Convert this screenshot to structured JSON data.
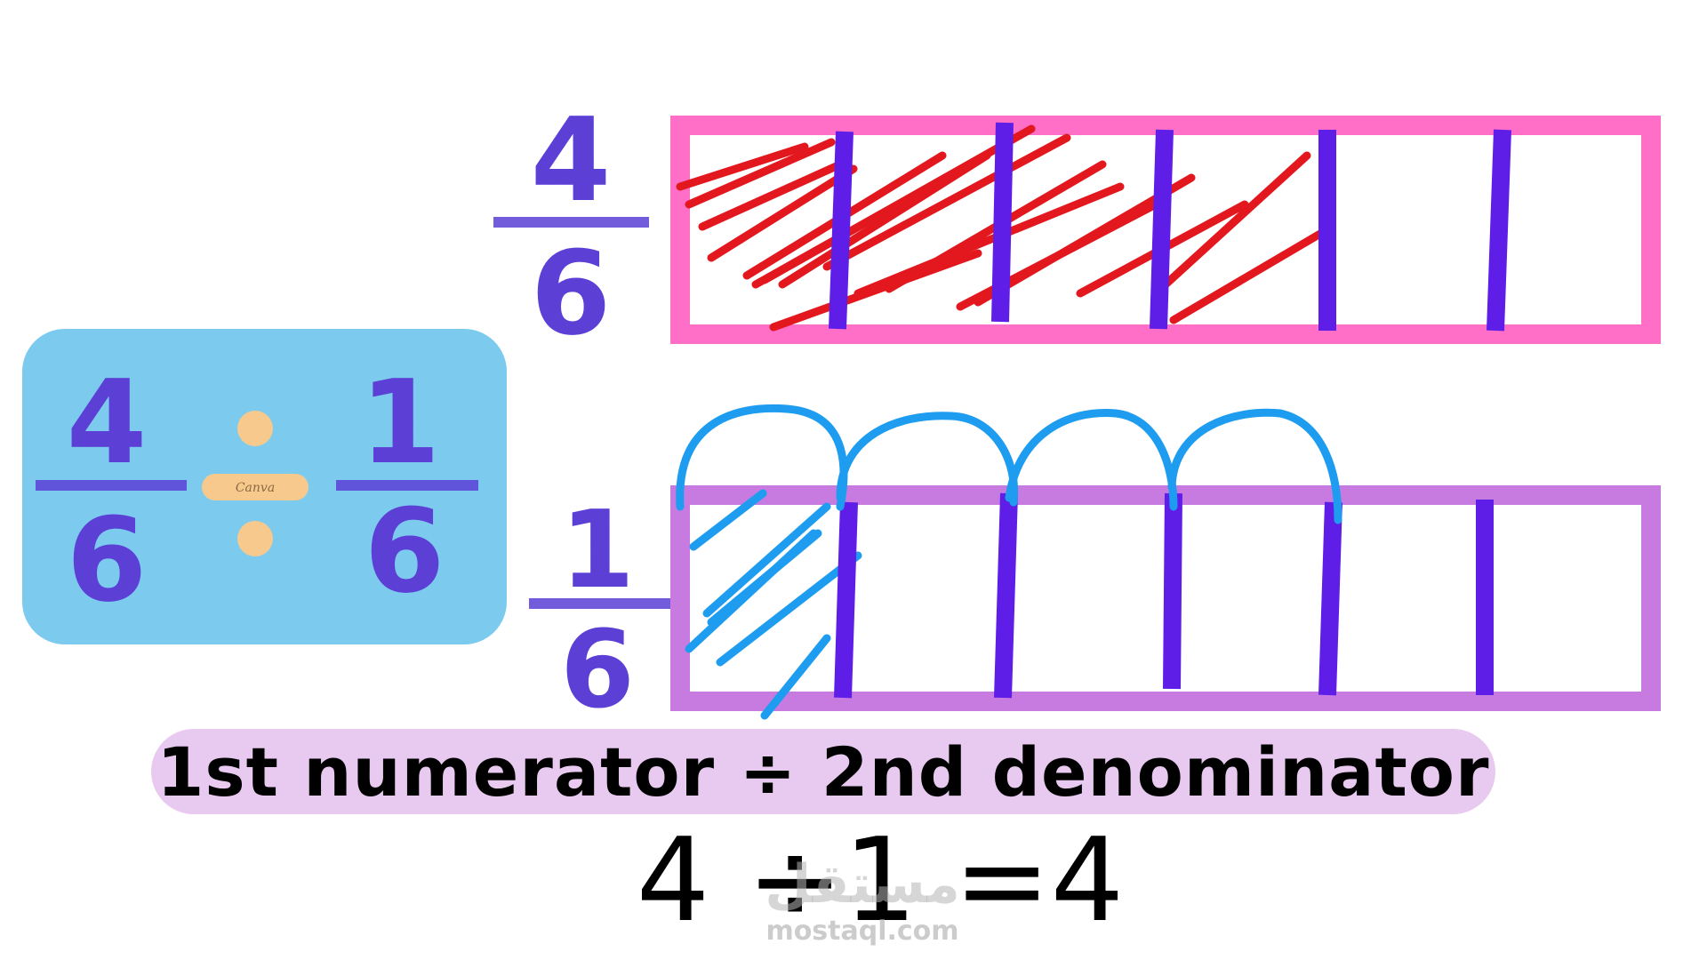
{
  "colors": {
    "frac_color": "#5b3fd6",
    "card_bg": "#7ccbef",
    "divide_sign": "#f7c98d",
    "top_bar_border": "#ff6ec7",
    "bottom_bar_border": "#c77be0",
    "divider_lines": "#5f1ee8",
    "red_scribble": "#e3181f",
    "blue_marks": "#1e9cf0",
    "rule_pill_bg": "#e8c9ef"
  },
  "card": {
    "left": {
      "numerator": "4",
      "denominator": "6"
    },
    "right": {
      "numerator": "1",
      "denominator": "6"
    },
    "badge": "Canva"
  },
  "top_model": {
    "fraction": {
      "numerator": "4",
      "denominator": "6"
    },
    "parts": 6,
    "shaded_parts": 4
  },
  "bottom_model": {
    "fraction": {
      "numerator": "1",
      "denominator": "6"
    },
    "parts": 6,
    "shaded_parts": 1,
    "jumps": 4
  },
  "rule": {
    "text": "1st numerator ÷ 2nd denominator"
  },
  "equation": {
    "text": "4 ÷1 =4"
  },
  "watermark": {
    "arabic": "مستقل",
    "latin": "mostaql.com"
  }
}
